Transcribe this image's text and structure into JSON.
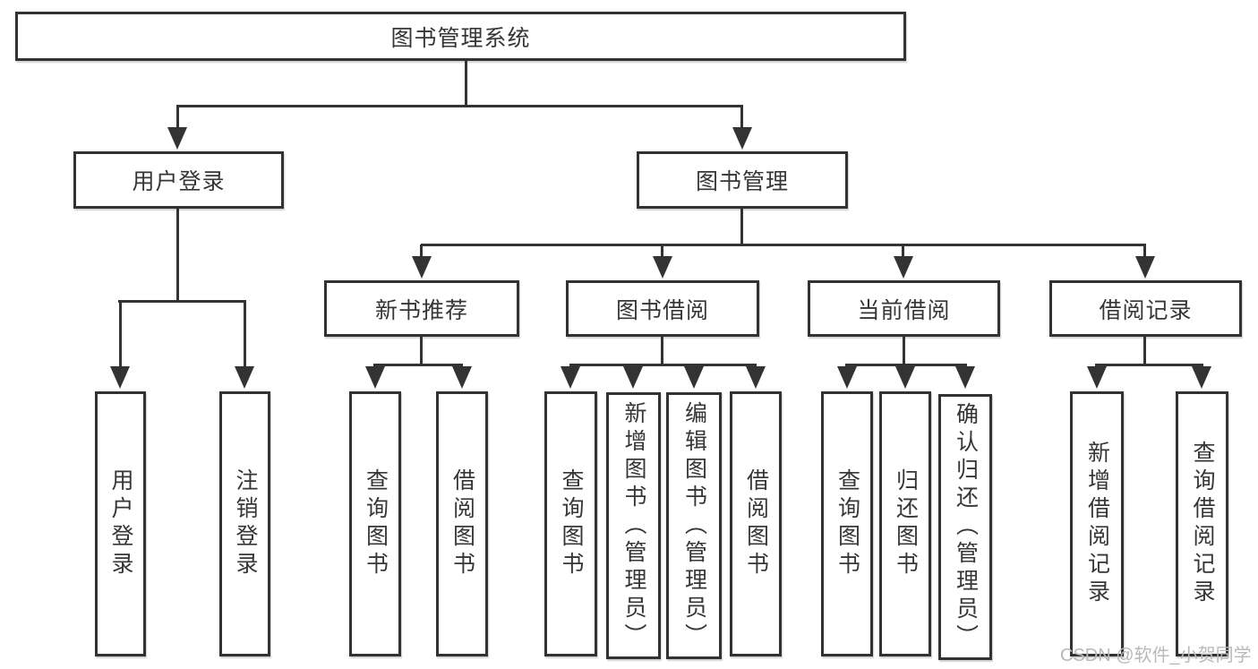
{
  "diagram": {
    "root": {
      "label": "图书管理系统",
      "children": [
        {
          "label": "用户登录",
          "children": [
            {
              "label": "用户登录"
            },
            {
              "label": "注销登录"
            }
          ]
        },
        {
          "label": "图书管理",
          "children": [
            {
              "label": "新书推荐",
              "children": [
                {
                  "label": "查询图书"
                },
                {
                  "label": "借阅图书"
                }
              ]
            },
            {
              "label": "图书借阅",
              "children": [
                {
                  "label": "查询图书"
                },
                {
                  "label": "新增图书（管理员）"
                },
                {
                  "label": "编辑图书（管理员）"
                },
                {
                  "label": "借阅图书"
                }
              ]
            },
            {
              "label": "当前借阅",
              "children": [
                {
                  "label": "查询图书"
                },
                {
                  "label": "归还图书"
                },
                {
                  "label": "确认归还（管理员）"
                }
              ]
            },
            {
              "label": "借阅记录",
              "children": [
                {
                  "label": "新增借阅记录"
                },
                {
                  "label": "查询借阅记录"
                }
              ]
            }
          ]
        }
      ]
    },
    "colors": {
      "line": "#333333",
      "text": "#363636",
      "watermark": "#b9b9b9",
      "background": "#ffffff"
    }
  },
  "watermark": {
    "text": "CSDN @软件_小贺同学"
  }
}
